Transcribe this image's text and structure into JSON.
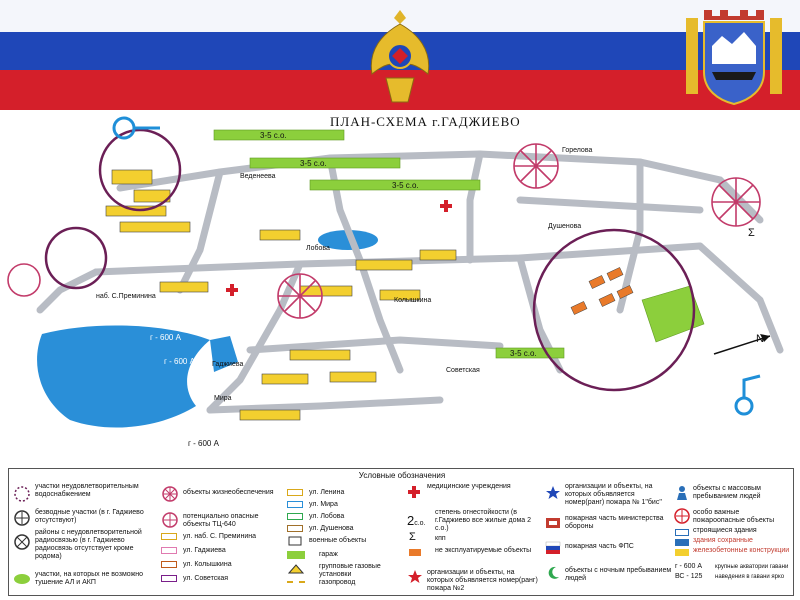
{
  "title": "ПЛАН-СХЕМА г.ГАДЖИЕВО",
  "map": {
    "zone_label": "3-5 с.о.",
    "depth_label": "г - 600 А",
    "north": "N",
    "street_embankment": "наб. С.Преминина",
    "street_lobova": "Лобова",
    "street_kolyshkina": "Колышкина",
    "street_dushenova": "Душенова",
    "street_sovetskaya": "Советская",
    "street_gadzhieva": "Гаджиева",
    "street_vedeneeva": "Веденеева",
    "street_mira": "Мира",
    "street_gorelova": "Горелова",
    "sigma": "Σ"
  },
  "legend": {
    "title": "Условные обозначения",
    "items": {
      "water": "участки неудовлетворительным водоснабжением",
      "life": "объекты жизнеобеспечения",
      "no_water": "безводные участки (в г. Гаджиево отсутствуют)",
      "hazard": "потенциально опасные объекты ТЦ-640",
      "radio": "районы с неудовлетворительной радиосвязью (в г. Гаджиево радиосвязь отсутствует кроме родома)",
      "ap_akp": "участки, на которых не возможно тушение АЛ и АКП",
      "s_premin": "ул. наб. С. Преминина",
      "gadzhieva": "ул. Гаджиева",
      "kolyshkina": "ул. Колышкина",
      "sovetskaya": "ул. Советская",
      "lenina": "ул. Ленина",
      "mira": "ул. Мира",
      "lobova": "ул. Лобова",
      "dushenova": "ул. Душенова",
      "military": "военные объекты",
      "garage": "гараж",
      "gas_units": "групповые газовые установки",
      "pipeline": "газопровод",
      "medical": "медицинские учреждения",
      "fire_degree": "степень огнестойкости (в г.Гаджиево все жилые дома 2 с.о.)",
      "kpp": "кпп",
      "unused": "не эксплуатируемые объекты",
      "org_rank2": "организации и объекты, на которых объявляется номер(ранг) пожара №2",
      "org_rank1": "организации и объекты, на которых объявляется номер(ранг) пожара № 1\"бис\"",
      "fire_ministry": "пожарная часть министерства обороны",
      "fps": "пожарная часть ФПС",
      "night": "объекты с ночным пребыванием людей",
      "mass": "объекты с массовым пребыванием людей",
      "important": "особо важные пожароопасные объекты",
      "building": "строящиеся здания",
      "ok_buildings": "здания сохранные",
      "iron_concrete": "железобетонные конструкции",
      "depth": "г - 600 А",
      "depth2": "ВС - 125",
      "depth_note": "крупные акватории гавани",
      "depth_note2": "наведения в гавани ярко"
    },
    "marks": {
      "two_co": "2",
      "co": "с.о.",
      "sigma": "Σ"
    }
  },
  "colors": {
    "road": "#b8bcc4",
    "water": "#2a8fd8",
    "zone": "#8ccf3c",
    "building": "#f3cf2f",
    "circle": "#6b1f56",
    "flag_blue": "#1f47b8",
    "flag_red": "#d41f2a"
  }
}
